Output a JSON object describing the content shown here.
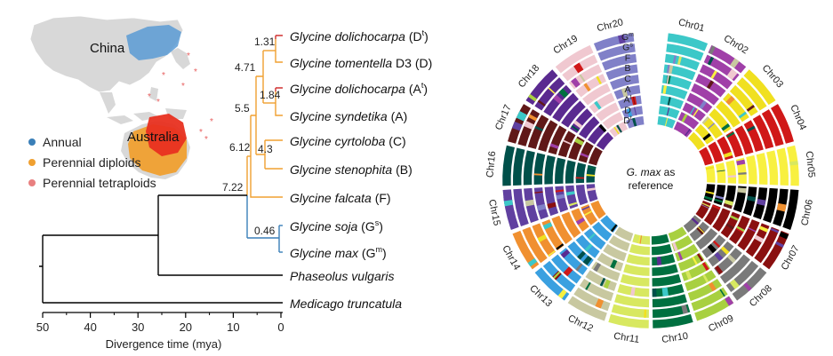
{
  "map": {
    "label_china": "China",
    "label_australia": "Australia",
    "colors": {
      "land": "#d8d8d8",
      "china": "#5b9bd5",
      "australia_outer": "#f0a030",
      "australia_inner": "#e83020",
      "islands": "#e86060"
    }
  },
  "legend": {
    "items": [
      {
        "label": "Annual",
        "color": "#3a7fb8"
      },
      {
        "label": "Perennial diploids",
        "color": "#f0a030"
      },
      {
        "label": "Perennial tetraploids",
        "color": "#e88080"
      }
    ]
  },
  "tree": {
    "taxa": [
      {
        "genus": "Glycine",
        "epithet": "dolichocarpa",
        "suffix": " (D",
        "sup": "t",
        "end": ")"
      },
      {
        "genus": "Glycine",
        "epithet": "tomentella",
        "suffix": " D3 (D)",
        "sup": "",
        "end": ""
      },
      {
        "genus": "Glycine",
        "epithet": "dolichocarpa",
        "suffix": " (A",
        "sup": "t",
        "end": ")"
      },
      {
        "genus": "Glycine",
        "epithet": "syndetika",
        "suffix": " (A)",
        "sup": "",
        "end": ""
      },
      {
        "genus": "Glycine",
        "epithet": "cyrtoloba",
        "suffix": " (C)",
        "sup": "",
        "end": ""
      },
      {
        "genus": "Glycine",
        "epithet": "stenophita",
        "suffix": " (B)",
        "sup": "",
        "end": ""
      },
      {
        "genus": "Glycine",
        "epithet": "falcata",
        "suffix": " (F)",
        "sup": "",
        "end": ""
      },
      {
        "genus": "Glycine",
        "epithet": "soja",
        "suffix": " (G",
        "sup": "s",
        "end": ")"
      },
      {
        "genus": "Glycine",
        "epithet": "max",
        "suffix": " (G",
        "sup": "m",
        "end": ")"
      },
      {
        "genus": "Phaseolus",
        "epithet": "vulgaris",
        "suffix": "",
        "sup": "",
        "end": ""
      },
      {
        "genus": "Medicago",
        "epithet": "truncatula",
        "suffix": "",
        "sup": "",
        "end": ""
      }
    ],
    "node_ages": [
      "1.31",
      "1.84",
      "4.71",
      "5.5",
      "6.12",
      "4.3",
      "7.22",
      "0.46"
    ],
    "axis": {
      "ticks": [
        "50",
        "40",
        "30",
        "20",
        "10",
        "0"
      ],
      "label": "Divergence time (mya)"
    },
    "colors": {
      "perennial": "#f0a030",
      "annual": "#3a7fb8",
      "tetraploid": "#d03030",
      "outgroup": "#000000"
    }
  },
  "circos": {
    "center_lines": [
      "G. max as",
      "reference"
    ],
    "chromosomes": [
      "Chr01",
      "Chr02",
      "Chr03",
      "Chr04",
      "Chr05",
      "Chr06",
      "Chr07",
      "Chr08",
      "Chr09",
      "Chr10",
      "Chr11",
      "Chr12",
      "Chr13",
      "Chr14",
      "Chr15",
      "Chr16",
      "Chr17",
      "Chr18",
      "Chr19",
      "Chr20"
    ],
    "chromosome_colors": [
      "#3cc8c8",
      "#a040a8",
      "#f0e020",
      "#d01818",
      "#f8f040",
      "#000000",
      "#8a1010",
      "#7a7a7a",
      "#a8d040",
      "#007040",
      "#d8e860",
      "#c8c8a0",
      "#3aa0e0",
      "#f09030",
      "#6040a0",
      "#00504a",
      "#601818",
      "#5a2a90",
      "#f0c8d0",
      "#8080c8"
    ],
    "genome_labels": [
      "G",
      "G",
      "F",
      "B",
      "C",
      "A",
      "A",
      "D",
      "D"
    ],
    "genome_sups": [
      "m",
      "s",
      "",
      "",
      "",
      "",
      "t",
      "",
      "t"
    ]
  }
}
